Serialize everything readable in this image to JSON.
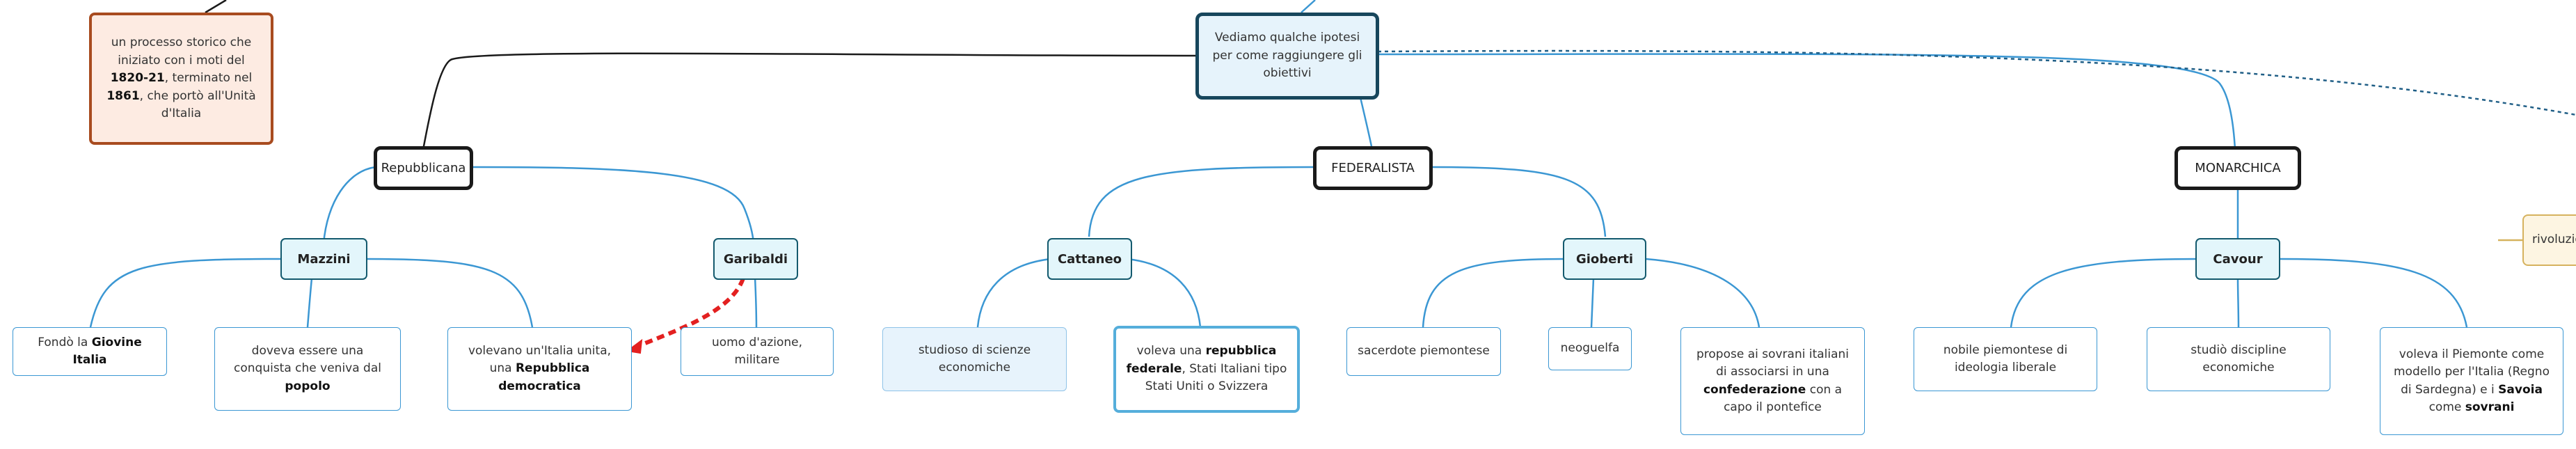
{
  "root": {
    "text": "Vediamo qualche ipotesi per come raggiungere gli obiettivi"
  },
  "note": {
    "t1": "un processo storico che iniziato con i moti del ",
    "b1": "1820-21",
    "t2": ", terminato nel ",
    "b2": "1861",
    "t3": ", che portò all'Unità d'Italia"
  },
  "partial_node": {
    "text": "rivoluzio"
  },
  "branches": {
    "repubblicana": {
      "label": "Repubblicana",
      "mazzini": {
        "label": "Mazzini",
        "leaf1": {
          "t1": "Fondò la ",
          "b1": "Giovine Italia"
        },
        "leaf2": {
          "t1": "doveva essere una conquista che veniva dal ",
          "b1": "popolo"
        },
        "leaf3": {
          "t1": "volevano un'Italia unita, una ",
          "b1": "Repubblica democratica"
        }
      },
      "garibaldi": {
        "label": "Garibaldi",
        "leaf1": {
          "text": "uomo d'azione, militare"
        }
      }
    },
    "federalista": {
      "label": "FEDERALISTA",
      "cattaneo": {
        "label": "Cattaneo",
        "leaf1": {
          "text": "studioso di scienze economiche"
        },
        "leaf2": {
          "t1": "voleva una ",
          "b1": "repubblica federale",
          "t2": ", Stati Italiani tipo Stati Uniti o Svizzera"
        }
      },
      "gioberti": {
        "label": "Gioberti",
        "leaf1": {
          "text": "sacerdote piemontese"
        },
        "leaf2": {
          "text": "neoguelfa"
        },
        "leaf3": {
          "t1": "propose ai sovrani italiani di associarsi in una ",
          "b1": "confederazione",
          "t2": " con a capo il pontefice"
        }
      }
    },
    "monarchica": {
      "label": "MONARCHICA",
      "cavour": {
        "label": "Cavour",
        "leaf1": {
          "text": "nobile piemontese di ideologia liberale"
        },
        "leaf2": {
          "text": "studiò discipline economiche"
        },
        "leaf3": {
          "t1": "voleva il Piemonte come modello per l'Italia (Regno di Sardegna) e i ",
          "b1": "Savoia",
          "t2": " come ",
          "b2": "sovrani"
        }
      }
    }
  },
  "colors": {
    "connector": "#3b97d3",
    "root_link": "#1a1a1a",
    "relationship": "#e32020",
    "root_border": "#17465c",
    "note_border": "#a84b1f"
  }
}
